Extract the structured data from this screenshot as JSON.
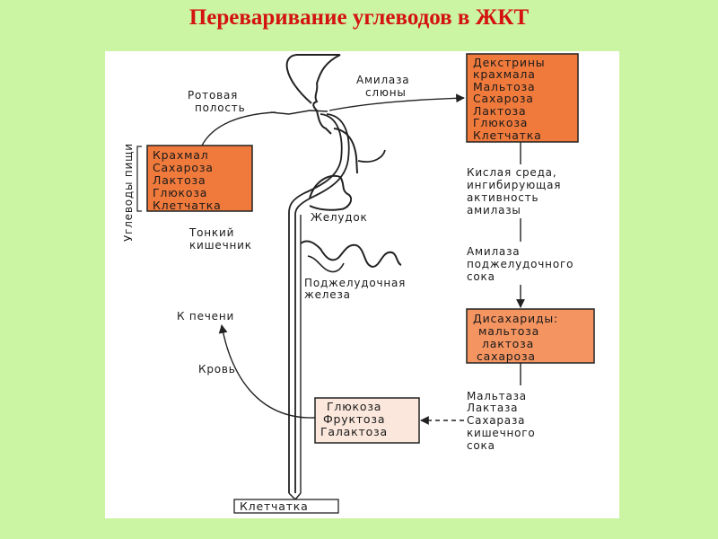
{
  "title": "Переваривание углеводов в ЖКТ",
  "colors": {
    "background": "#ccf5a3",
    "title": "#d4130f",
    "box_dark": "#f07a3c",
    "box_medium": "#f49461",
    "box_light": "#fbe7dc"
  },
  "boxes": {
    "food": [
      "Крахмал",
      "Сахароза",
      "Лактоза",
      "Глюкоза",
      "Клетчатка"
    ],
    "mouth_products": [
      "Декстрины",
      "крахмала",
      "Мальтоза",
      "Сахароза",
      "Лактоза",
      "Глюкоза",
      "Клетчатка"
    ],
    "disaccharides": [
      "Дисахариды:",
      "мальтоза",
      "лактоза",
      "сахароза"
    ],
    "monosaccharides": [
      "Глюкоза",
      "Фруктоза",
      "Галактоза"
    ],
    "fiber_out": "Клетчатка"
  },
  "labels": {
    "food_carbs": "Углеводы пищи",
    "oral_cavity": [
      "Ротовая",
      "полость"
    ],
    "saliva_amylase": [
      "Амилаза",
      "слюны"
    ],
    "acidic_env": [
      "Кислая среда,",
      "ингибирующая",
      "активность",
      "амилазы"
    ],
    "stomach": "Желудок",
    "small_intestine": [
      "Тонкий",
      "кишечник"
    ],
    "pancreas": [
      "Поджелудочная",
      "железа"
    ],
    "pancreatic_amylase": [
      "Амилаза",
      "поджелудочного",
      "сока"
    ],
    "to_liver": "К печени",
    "blood": "Кровь",
    "intestinal_enzymes": [
      "Мальтаза",
      "Лактаза",
      "Сахараза",
      "кишечного",
      "сока"
    ]
  }
}
